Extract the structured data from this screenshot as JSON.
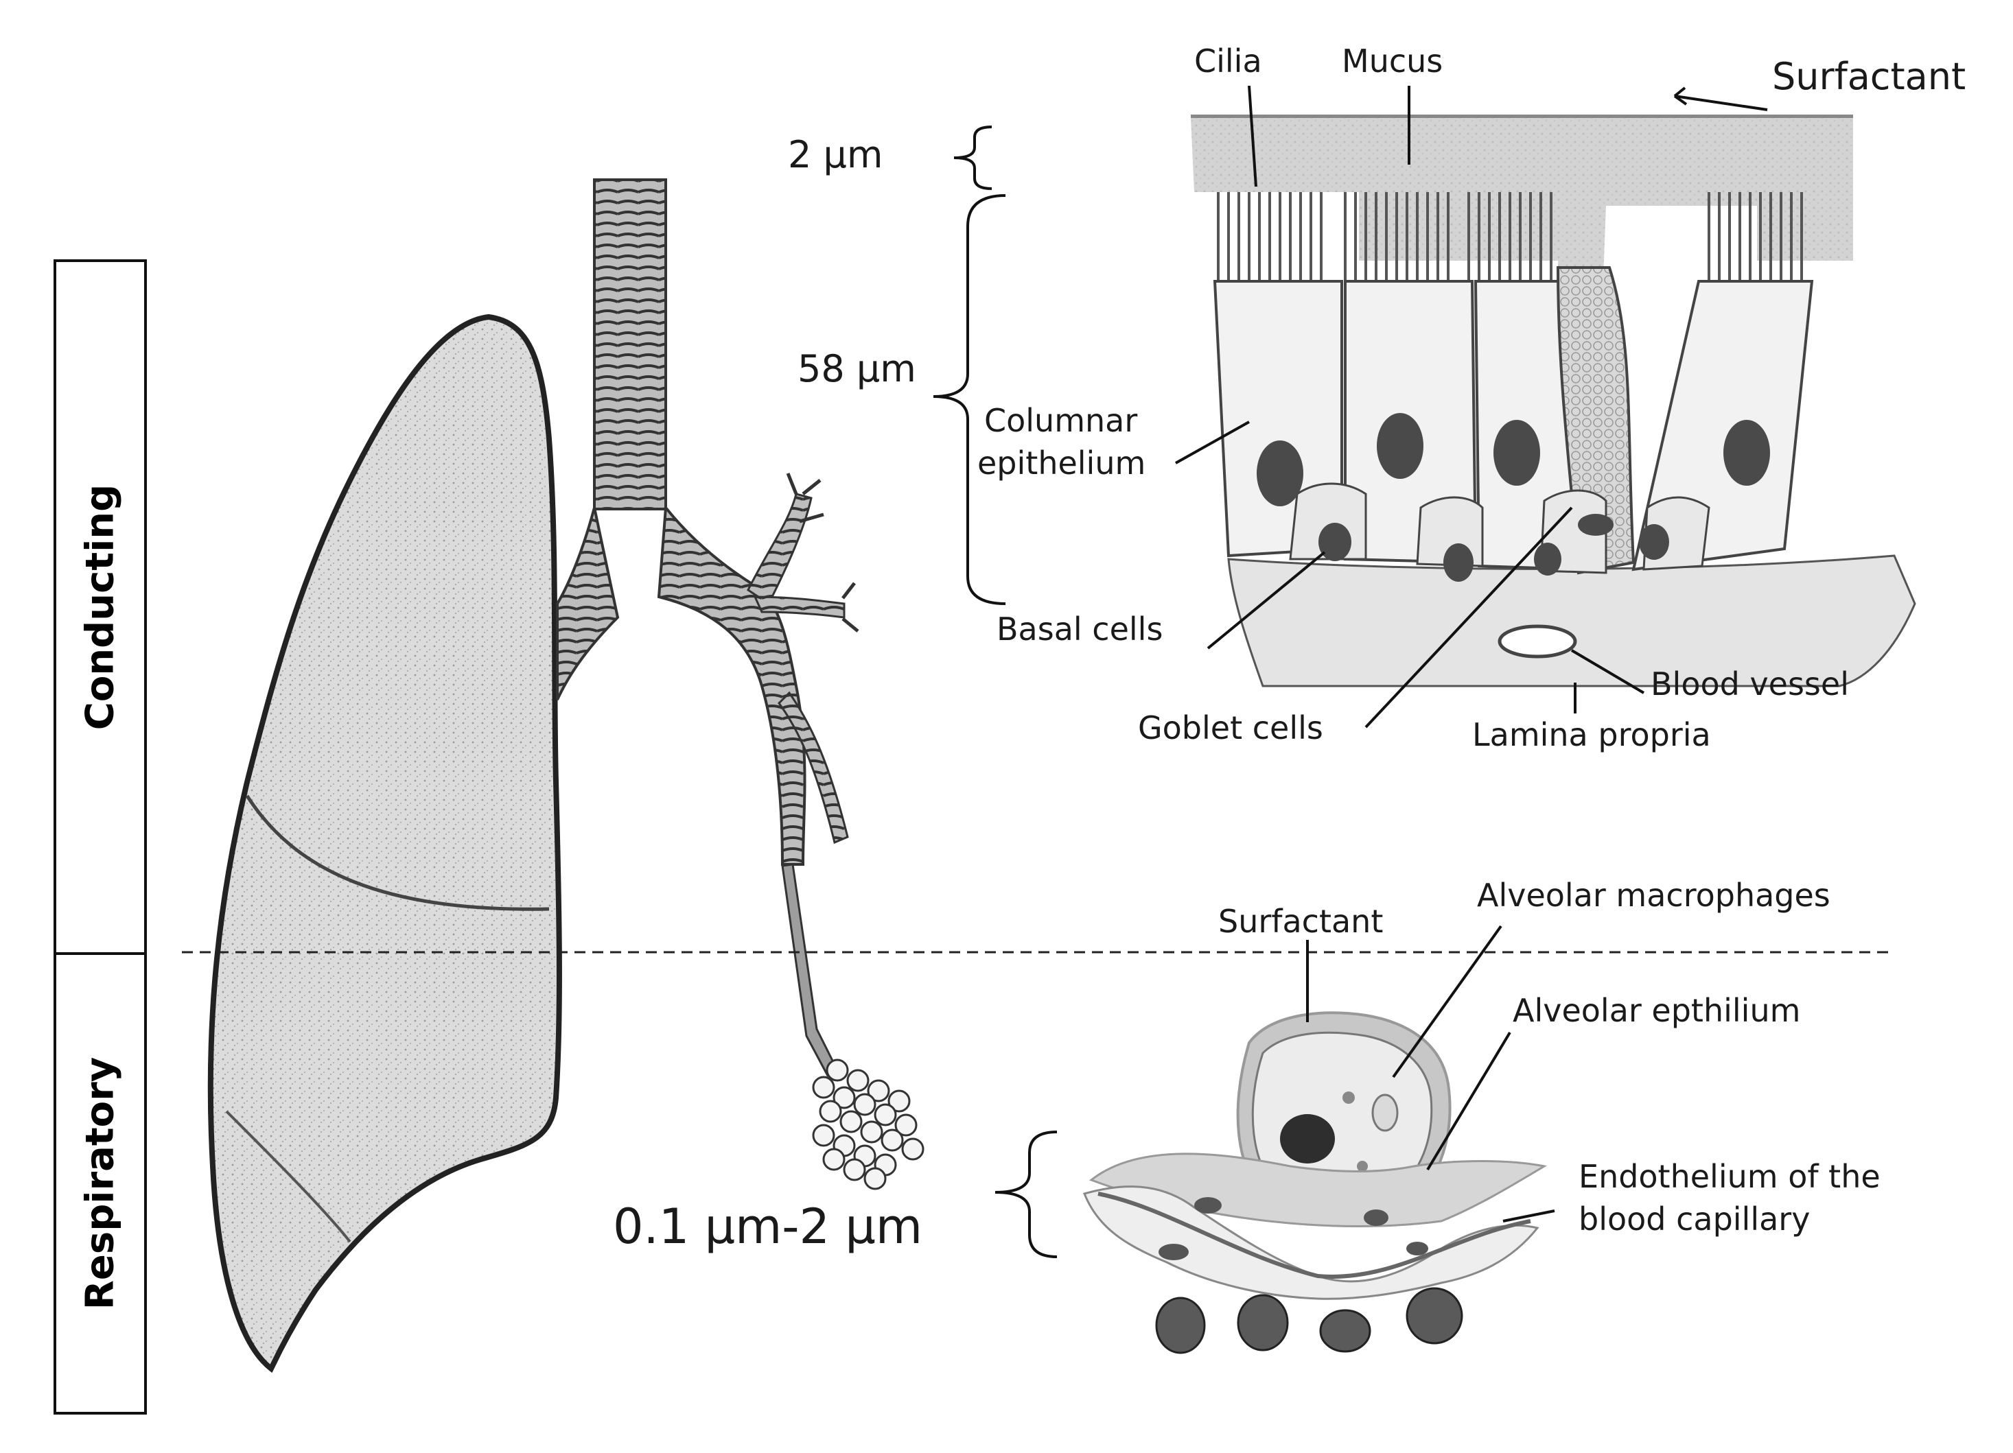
{
  "zones": {
    "conducting": "Conducting",
    "respiratory": "Respiratory"
  },
  "dimensions": {
    "mucus_thickness": "2 µm",
    "epithelium_thickness": "58 µm",
    "barrier_thickness": "0.1 µm-2 µm"
  },
  "airway_labels": {
    "cilia": "Cilia",
    "mucus": "Mucus",
    "surfactant": "Surfactant",
    "columnar_epithelium_line1": "Columnar",
    "columnar_epithelium_line2": "epithelium",
    "basal_cells": "Basal cells",
    "goblet_cells": "Goblet cells",
    "blood_vessel": "Blood vessel",
    "lamina_propria": "Lamina propria"
  },
  "alveolar_labels": {
    "surfactant": "Surfactant",
    "alveolar_macrophages": "Alveolar macrophages",
    "alveolar_epithelium": "Alveolar epthilium",
    "endothelium_line1": "Endothelium of the",
    "endothelium_line2": "blood capillary"
  },
  "colors": {
    "line": "#1a1a1a",
    "tissue_fill": "#d9d9d9",
    "cell_fill": "#f2f2f2",
    "nucleus_fill": "#4a4a4a"
  }
}
